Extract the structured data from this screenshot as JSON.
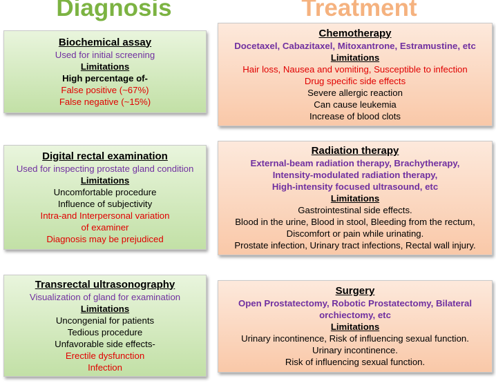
{
  "headers": {
    "diagnosis": "Diagnosis",
    "treatment": "Treatment"
  },
  "diagnosis": [
    {
      "title": "Biochemical assay",
      "use": "Used for initial screening",
      "limitations_label": "Limitations",
      "lines": [
        {
          "text": "High percentage of-",
          "style": "bold"
        },
        {
          "text": "False positive (~67%)",
          "style": "red"
        },
        {
          "text": "False negative (~15%)",
          "style": "red"
        }
      ]
    },
    {
      "title": "Digital rectal examination",
      "use": "Used for inspecting prostate gland condition",
      "limitations_label": "Limitations",
      "lines": [
        {
          "text": "Uncomfortable procedure",
          "style": "blk"
        },
        {
          "text": "Influence of subjectivity",
          "style": "blk"
        },
        {
          "text": "Intra-and Interpersonal variation",
          "style": "red"
        },
        {
          "text": "of examiner",
          "style": "red"
        },
        {
          "text": "Diagnosis may be prejudiced",
          "style": "red"
        }
      ]
    },
    {
      "title": "Transrectal ultrasonography",
      "use": "Visualization of gland for examination",
      "limitations_label": "Limitations",
      "lines": [
        {
          "text": "Uncongenial for patients",
          "style": "blk"
        },
        {
          "text": "Tedious procedure",
          "style": "blk"
        },
        {
          "text": "Unfavorable side effects-",
          "style": "blk"
        },
        {
          "text": "Erectile dysfunction",
          "style": "red"
        },
        {
          "text": "Infection",
          "style": "red"
        }
      ]
    }
  ],
  "treatment": [
    {
      "title": "Chemotherapy",
      "uses": [
        "Docetaxel, Cabazitaxel, Mitoxantrone, Estramustine, etc"
      ],
      "limitations_label": "Limitations",
      "lines": [
        {
          "text": "Hair loss, Nausea and vomiting, Susceptible to infection",
          "style": "red"
        },
        {
          "text": "Drug specific side effects",
          "style": "red"
        },
        {
          "text": "Severe allergic reaction",
          "style": "blk"
        },
        {
          "text": "Can cause leukemia",
          "style": "blk"
        },
        {
          "text": "Increase of blood clots",
          "style": "blk"
        }
      ]
    },
    {
      "title": "Radiation therapy",
      "uses": [
        "External-beam radiation therapy, Brachytherapy,",
        "Intensity-modulated  radiation therapy,",
        "High-intensity focused ultrasound, etc"
      ],
      "limitations_label": "Limitations",
      "lines": [
        {
          "text": "Gastrointestinal side effects.",
          "style": "blk"
        },
        {
          "text": "Blood in the urine, Blood in stool, Bleeding from the rectum,",
          "style": "blk"
        },
        {
          "text": "Discomfort or pain while urinating.",
          "style": "blk"
        },
        {
          "text": "Prostate infection, Urinary tract infections, Rectal wall injury.",
          "style": "blk"
        }
      ]
    },
    {
      "title": "Surgery",
      "uses": [
        "Open Prostatectomy, Robotic Prostatectomy, Bilateral",
        "orchiectomy, etc"
      ],
      "limitations_label": "Limitations",
      "lines": [
        {
          "text": "Urinary incontinence, Risk of influencing sexual function.",
          "style": "blk"
        },
        {
          "text": "Urinary incontinence.",
          "style": "blk"
        },
        {
          "text": "Risk of influencing sexual function.",
          "style": "blk"
        }
      ]
    }
  ],
  "colors": {
    "diagnosis_header": "#7cb342",
    "treatment_header": "#f5b27f",
    "purple": "#7030a0",
    "red": "#e00000"
  }
}
